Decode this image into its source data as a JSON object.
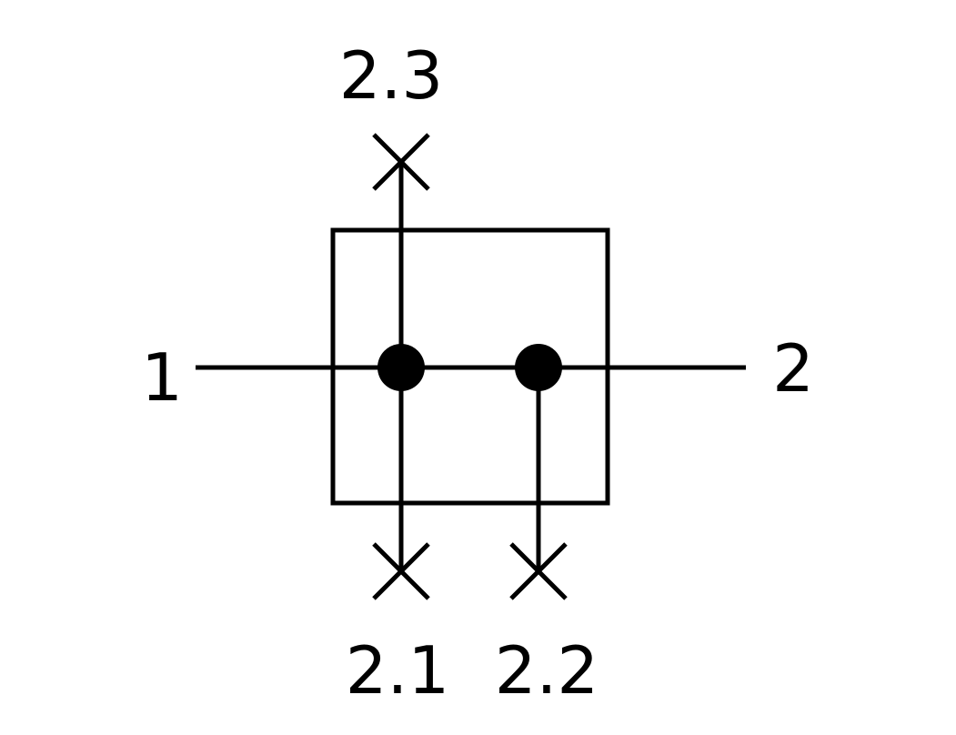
{
  "diagram": {
    "labels": {
      "port_1": "1",
      "port_2": "2",
      "port_2_1": "2.1",
      "port_2_2": "2.2",
      "port_2_3": "2.3"
    },
    "colors": {
      "stroke": "#000000",
      "background": "#ffffff"
    }
  }
}
